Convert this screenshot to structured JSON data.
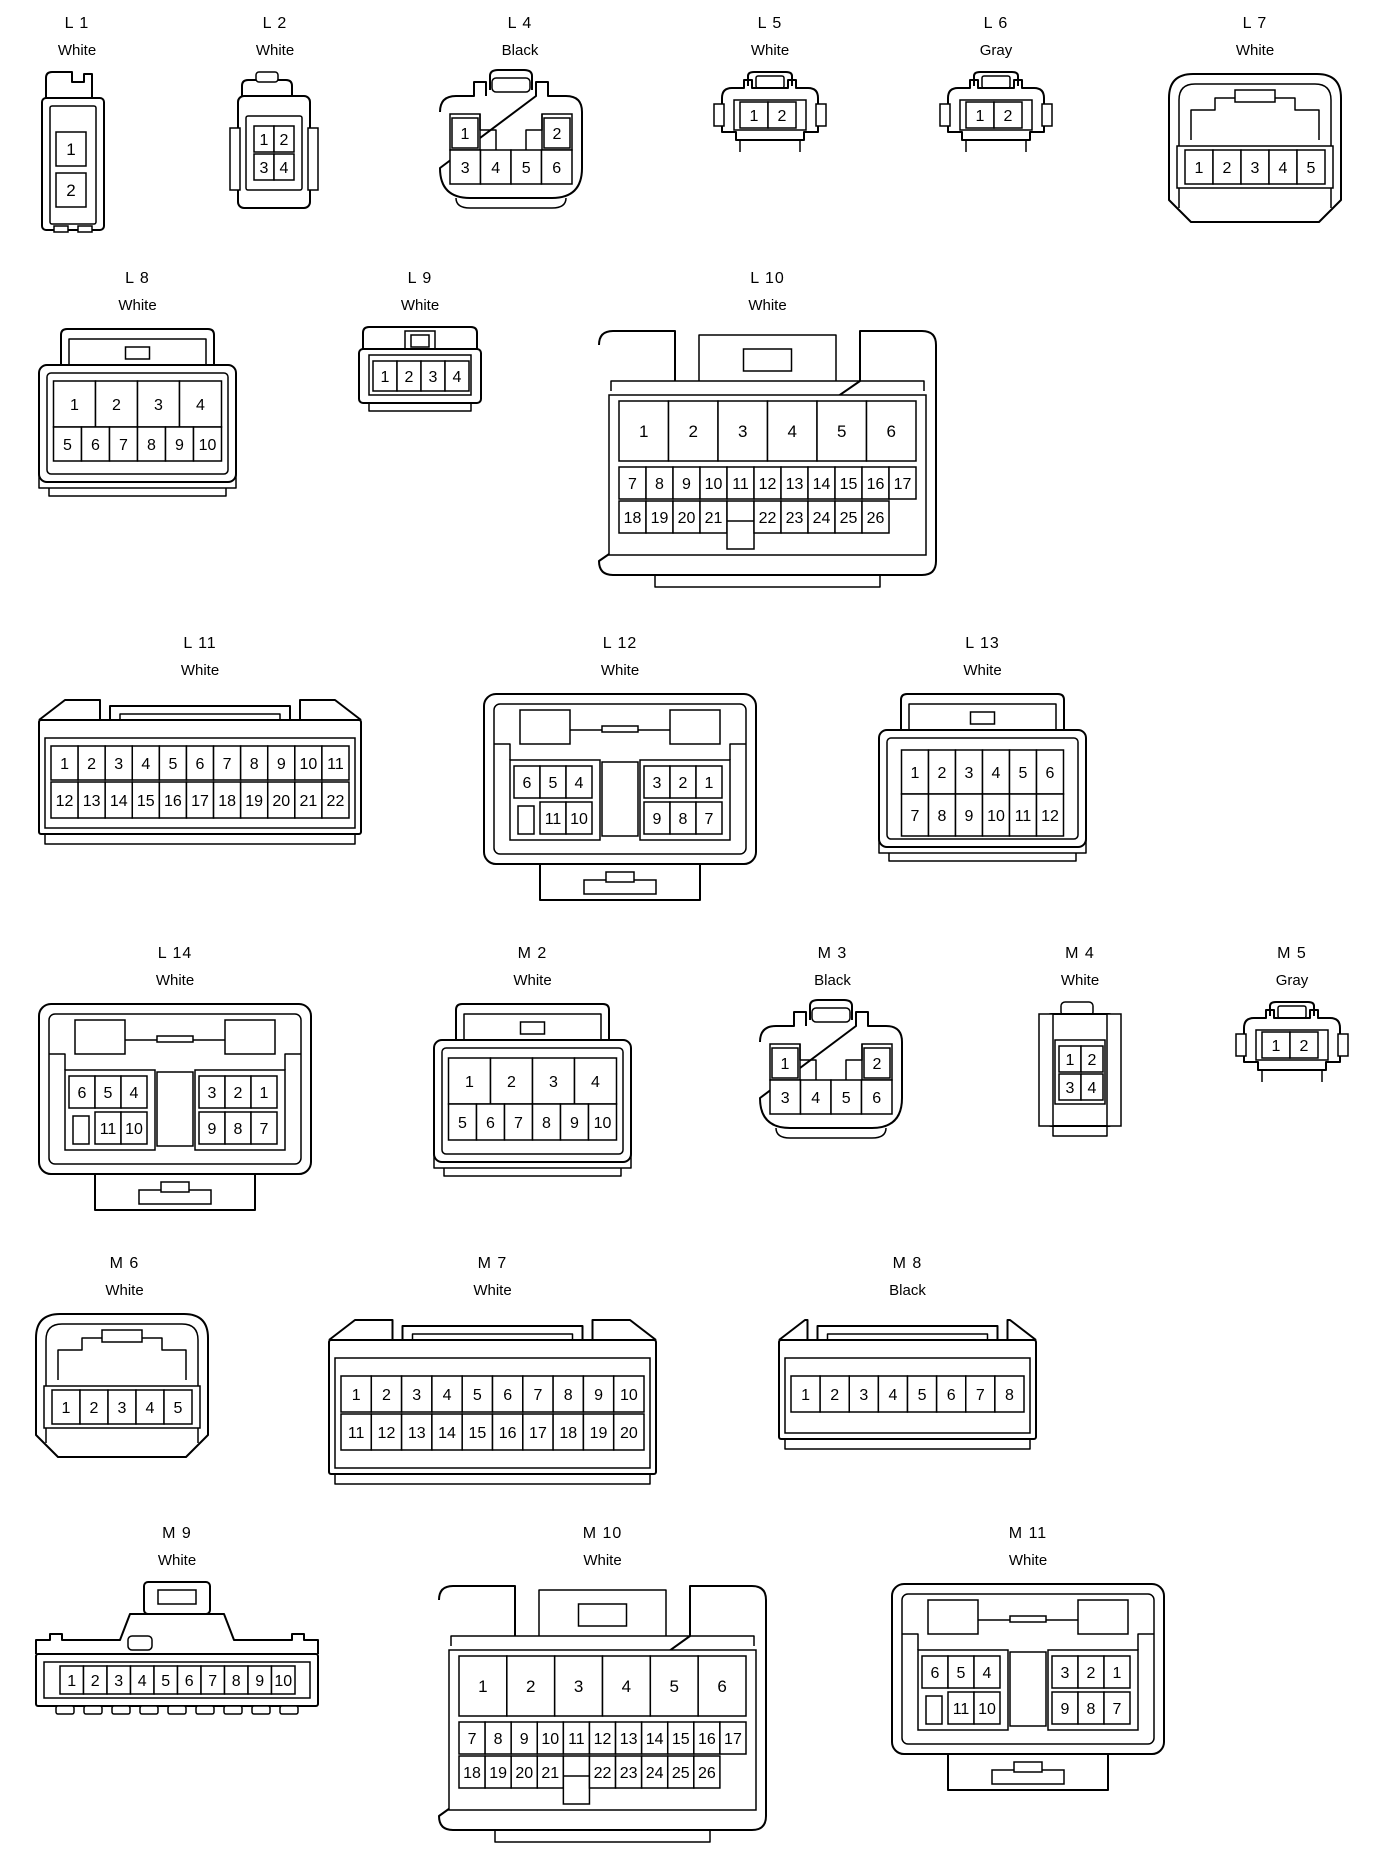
{
  "connectors": [
    {
      "id": "L1",
      "title": "L 1",
      "color": "White",
      "shape": "latch-tall",
      "rows": [
        [
          "1"
        ],
        [
          "2"
        ]
      ]
    },
    {
      "id": "L2",
      "title": "L 2",
      "color": "White",
      "shape": "latch-mid",
      "rows": [
        [
          "1",
          "2"
        ],
        [
          "3",
          "4"
        ]
      ]
    },
    {
      "id": "L4",
      "title": "L 4",
      "color": "Black",
      "shape": "lock-round",
      "rows": [
        [
          "1",
          "",
          "",
          "2"
        ],
        [
          "3",
          "4",
          "5",
          "6"
        ]
      ]
    },
    {
      "id": "L5",
      "title": "L 5",
      "color": "White",
      "shape": "small-pair",
      "rows": [
        [
          "1",
          "2"
        ]
      ]
    },
    {
      "id": "L6",
      "title": "L 6",
      "color": "Gray",
      "shape": "small-pair",
      "rows": [
        [
          "1",
          "2"
        ]
      ]
    },
    {
      "id": "L7",
      "title": "L 7",
      "color": "White",
      "shape": "round-top",
      "rows": [
        [
          "1",
          "2",
          "3",
          "4",
          "5"
        ]
      ]
    },
    {
      "id": "L8",
      "title": "L 8",
      "color": "White",
      "shape": "hood",
      "rows": [
        [
          "1",
          "2",
          "3",
          "4"
        ],
        [
          "5",
          "6",
          "7",
          "8",
          "9",
          "10"
        ]
      ]
    },
    {
      "id": "L9",
      "title": "L 9",
      "color": "White",
      "shape": "small-block",
      "rows": [
        [
          "1",
          "2",
          "3",
          "4"
        ]
      ]
    },
    {
      "id": "L10",
      "title": "L 10",
      "color": "White",
      "shape": "large-block",
      "rows": [
        [
          "1",
          "2",
          "3",
          "4",
          "5",
          "6"
        ],
        [
          "7",
          "8",
          "9",
          "10",
          "11",
          "12",
          "13",
          "14",
          "15",
          "16",
          "17"
        ],
        [
          "18",
          "19",
          "20",
          "21",
          "",
          "22",
          "23",
          "24",
          "25",
          "26"
        ]
      ]
    },
    {
      "id": "L11",
      "title": "L 11",
      "color": "White",
      "shape": "wide-hood",
      "rows": [
        [
          "1",
          "2",
          "3",
          "4",
          "5",
          "6",
          "7",
          "8",
          "9",
          "10",
          "11"
        ],
        [
          "12",
          "13",
          "14",
          "15",
          "16",
          "17",
          "18",
          "19",
          "20",
          "21",
          "22"
        ]
      ]
    },
    {
      "id": "L12",
      "title": "L 12",
      "color": "White",
      "shape": "split-tab",
      "rows": [
        [
          "6",
          "5",
          "4",
          "",
          "3",
          "2",
          "1"
        ],
        [
          "",
          "11",
          "10",
          "",
          "9",
          "8",
          "7"
        ]
      ]
    },
    {
      "id": "L13",
      "title": "L 13",
      "color": "White",
      "shape": "hood",
      "rows": [
        [
          "1",
          "2",
          "3",
          "4",
          "5",
          "6"
        ],
        [
          "7",
          "8",
          "9",
          "10",
          "11",
          "12"
        ]
      ]
    },
    {
      "id": "L14",
      "title": "L 14",
      "color": "White",
      "shape": "split-tab",
      "rows": [
        [
          "6",
          "5",
          "4",
          "",
          "3",
          "2",
          "1"
        ],
        [
          "",
          "11",
          "10",
          "",
          "9",
          "8",
          "7"
        ]
      ]
    },
    {
      "id": "M2",
      "title": "M 2",
      "color": "White",
      "shape": "hood",
      "rows": [
        [
          "1",
          "2",
          "3",
          "4"
        ],
        [
          "5",
          "6",
          "7",
          "8",
          "9",
          "10"
        ]
      ]
    },
    {
      "id": "M3",
      "title": "M 3",
      "color": "Black",
      "shape": "lock-round",
      "rows": [
        [
          "1",
          "",
          "",
          "2"
        ],
        [
          "3",
          "4",
          "5",
          "6"
        ]
      ]
    },
    {
      "id": "M4",
      "title": "M 4",
      "color": "White",
      "shape": "latch-mid",
      "rows": [
        [
          "1",
          "2"
        ],
        [
          "3",
          "4"
        ]
      ]
    },
    {
      "id": "M5",
      "title": "M 5",
      "color": "Gray",
      "shape": "small-pair",
      "rows": [
        [
          "1",
          "2"
        ]
      ]
    },
    {
      "id": "M6",
      "title": "M 6",
      "color": "White",
      "shape": "round-top",
      "rows": [
        [
          "1",
          "2",
          "3",
          "4",
          "5"
        ]
      ]
    },
    {
      "id": "M7",
      "title": "M 7",
      "color": "White",
      "shape": "wide-hood",
      "rows": [
        [
          "1",
          "2",
          "3",
          "4",
          "5",
          "6",
          "7",
          "8",
          "9",
          "10"
        ],
        [
          "11",
          "12",
          "13",
          "14",
          "15",
          "16",
          "17",
          "18",
          "19",
          "20"
        ]
      ]
    },
    {
      "id": "M8",
      "title": "M 8",
      "color": "Black",
      "shape": "wide-hood",
      "rows": [
        [
          "1",
          "2",
          "3",
          "4",
          "5",
          "6",
          "7",
          "8"
        ]
      ]
    },
    {
      "id": "M9",
      "title": "M 9",
      "color": "White",
      "shape": "latch-wide",
      "rows": [
        [
          "1",
          "2",
          "3",
          "4",
          "5",
          "6",
          "7",
          "8",
          "9",
          "10"
        ]
      ]
    },
    {
      "id": "M10",
      "title": "M 10",
      "color": "White",
      "shape": "large-block",
      "rows": [
        [
          "1",
          "2",
          "3",
          "4",
          "5",
          "6"
        ],
        [
          "7",
          "8",
          "9",
          "10",
          "11",
          "12",
          "13",
          "14",
          "15",
          "16",
          "17"
        ],
        [
          "18",
          "19",
          "20",
          "21",
          "",
          "22",
          "23",
          "24",
          "25",
          "26"
        ]
      ]
    },
    {
      "id": "M11",
      "title": "M 11",
      "color": "White",
      "shape": "split-tab",
      "rows": [
        [
          "6",
          "5",
          "4",
          "",
          "3",
          "2",
          "1"
        ],
        [
          "",
          "11",
          "10",
          "",
          "9",
          "8",
          "7"
        ]
      ]
    }
  ]
}
